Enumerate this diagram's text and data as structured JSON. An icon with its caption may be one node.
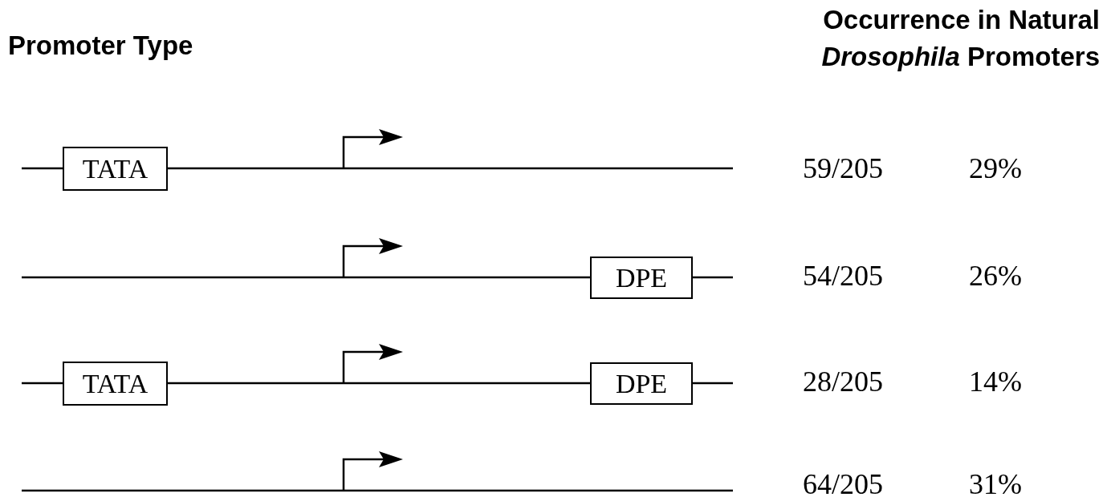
{
  "diagram": {
    "nodes": [
      {
        "text": [
          "TATA"
        ]
      },
      {
        "text": [
          "DPE"
        ]
      },
      {
        "text": [
          "TATA"
        ]
      },
      {
        "text": [
          "DPE"
        ]
      }
    ],
    "labels": [
      "Promoter Type",
      "Occurrence in Natural *Drosophila* Promoters",
      "59/205",
      "29%",
      "54/205",
      "26%",
      "28/205",
      "14%",
      "64/205",
      "31%"
    ]
  }
}
